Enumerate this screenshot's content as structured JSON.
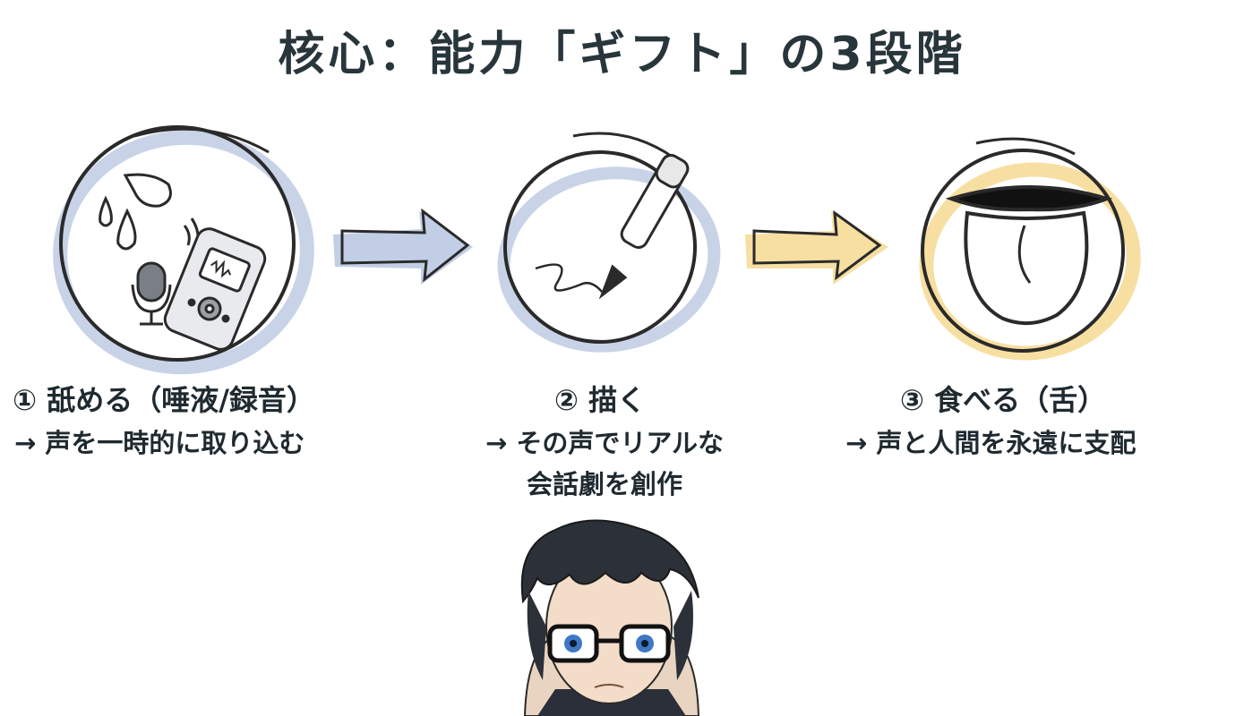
{
  "title": "核心：能力「ギフト」の3段階",
  "stages": [
    {
      "label": "① 舐める（唾液/録音）",
      "desc_lines": [
        "→ 声を一時的に取り込む"
      ],
      "icons": [
        "water-drops-icon",
        "microphone-icon",
        "voice-recorder-icon"
      ],
      "highlight_color": "#9aaed4"
    },
    {
      "label": "② 描く",
      "desc_lines": [
        "→ その声でリアルな",
        "会話劇を創作"
      ],
      "icons": [
        "fountain-pen-icon"
      ],
      "highlight_color": "#9aaed4"
    },
    {
      "label": "③ 食べる（舌）",
      "desc_lines": [
        "→ 声と人間を永遠に支配"
      ],
      "icons": [
        "tongue-icon"
      ],
      "highlight_color": "#f3d27a"
    }
  ],
  "arrows": [
    {
      "icon": "right-arrow-icon",
      "color": "#9aaed4"
    },
    {
      "icon": "right-arrow-icon",
      "color": "#f3d27a"
    }
  ],
  "character": {
    "icon": "character-portrait-icon"
  }
}
